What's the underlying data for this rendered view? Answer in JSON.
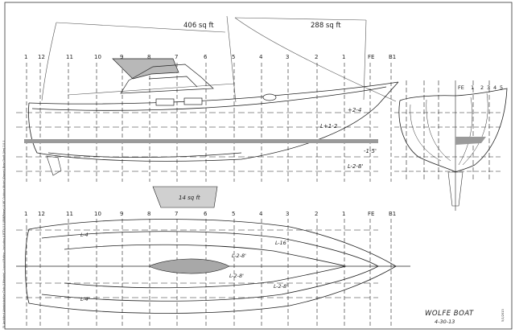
{
  "sail_areas": {
    "main": "406 sq ft",
    "jib": "288 sq ft"
  },
  "profile_stations": [
    "1",
    "12",
    "11",
    "10",
    "9",
    "8",
    "7",
    "6",
    "5",
    "4",
    "3",
    "2",
    "1",
    "FE",
    "B1"
  ],
  "plan_stations": [
    "1",
    "12",
    "11",
    "10",
    "9",
    "8",
    "7",
    "6",
    "5",
    "4",
    "3",
    "2",
    "1",
    "FE",
    "B1"
  ],
  "waterline_labels": {
    "wl_pos_2_4": "+2-4",
    "wl_pos_1_2": "L+1-2",
    "wl_neg_1_5": "-1-5'",
    "wl_neg_2_8": "L-2-8'",
    "plan_l_4": "L-4",
    "plan_l_16": "L-16",
    "plan_l_2_8": "L-2-8'",
    "plan_l_2_8b": "L-2-8'",
    "plan_l_2_8c": "L-2-8'",
    "plan_l_4b": "L-4'"
  },
  "keel_area": "14 sq ft",
  "body_plan_labels": [
    "FE",
    "1",
    "2",
    "3",
    "4",
    "5"
  ],
  "title_block": {
    "name": "WOLFE BOAT",
    "date": "4-30-13"
  },
  "corner_date": "5/1/2013",
  "margin_credits": "SL Architect Administrative Data (Ultimate) - Layout Rating - Including (LBTD) 0 0 (IBM/Prime) LLMC Outdoor Model (Owner) Base Draft (Ver) 2.0.1"
}
